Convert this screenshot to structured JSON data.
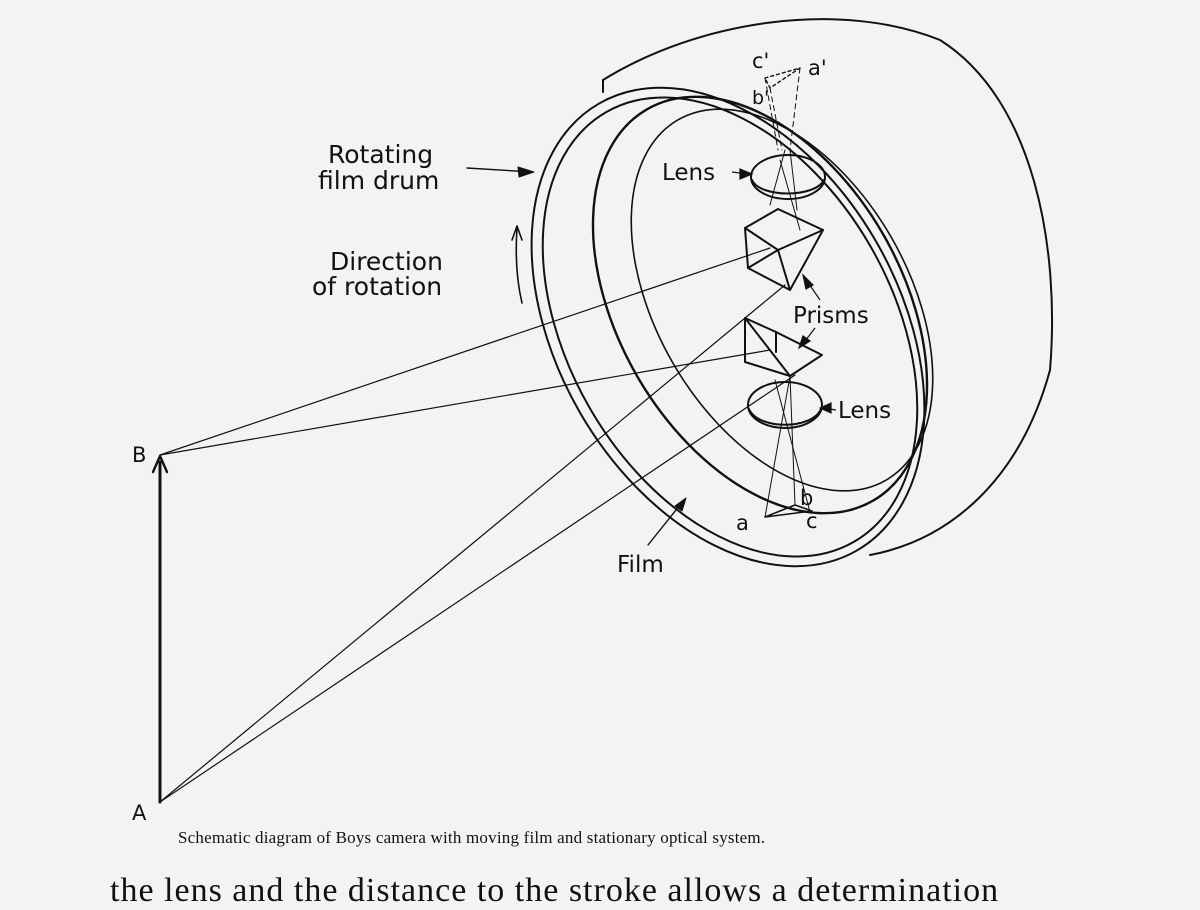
{
  "figure": {
    "labels": {
      "rotating_film_drum_line1": "Rotating",
      "rotating_film_drum_line2": "film drum",
      "direction_line1": "Direction",
      "direction_line2": "of rotation",
      "lens_upper": "Lens",
      "lens_lower": "Lens",
      "prisms": "Prisms",
      "film": "Film",
      "point_A": "A",
      "point_B": "B",
      "image_a": "a",
      "image_b": "b",
      "image_c": "c",
      "image_a_prime": "a'",
      "image_b_prime": "b'",
      "image_c_prime": "c'"
    },
    "caption": "Schematic diagram of Boys camera with moving film and stationary optical system.",
    "body_text_fragment": "the lens and the distance to the stroke allows a determination"
  }
}
